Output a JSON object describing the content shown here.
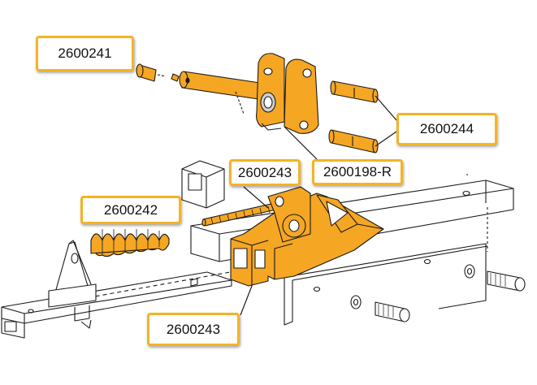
{
  "colors": {
    "part_fill": "#f5a623",
    "callout_border": "#f5b324",
    "line": "#1a1a1a"
  },
  "callouts": {
    "part_2600241": "2600241",
    "part_2600244": "2600244",
    "part_2600243_rod": "2600243",
    "part_2600198R": "2600198-R",
    "part_2600242": "2600242",
    "part_2600243_bracket": "2600243"
  }
}
